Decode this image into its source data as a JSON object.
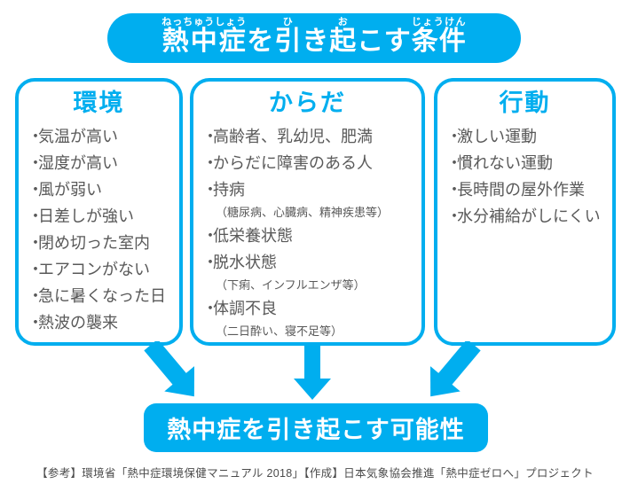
{
  "meta": {
    "accent_blue": "#00aeef",
    "text_gray": "#595959",
    "background": "#ffffff"
  },
  "glyphs": {
    "bullet": "・"
  },
  "header": {
    "segments": [
      {
        "base": "熱中症",
        "ruby": "ねっちゅうしょう"
      },
      {
        "base": "を",
        "ruby": ""
      },
      {
        "base": "引",
        "ruby": "ひ"
      },
      {
        "base": "き",
        "ruby": ""
      },
      {
        "base": "起",
        "ruby": "お"
      },
      {
        "base": "こす",
        "ruby": ""
      },
      {
        "base": "条件",
        "ruby": "じょうけん"
      }
    ]
  },
  "boxes": [
    {
      "title": "環境",
      "items": [
        {
          "text": "気温が高い"
        },
        {
          "text": "湿度が高い"
        },
        {
          "text": "風が弱い"
        },
        {
          "text": "日差しが強い"
        },
        {
          "text": "閉め切った室内"
        },
        {
          "text": "エアコンがない"
        },
        {
          "text": "急に暑くなった日"
        },
        {
          "text": "熱波の襲来"
        }
      ]
    },
    {
      "title": "からだ",
      "items": [
        {
          "text": "高齢者、乳幼児、肥満"
        },
        {
          "text": "からだに障害のある人"
        },
        {
          "text": "持病",
          "note": "（糖尿病、心臓病、精神疾患等）"
        },
        {
          "text": "低栄養状態"
        },
        {
          "text": "脱水状態",
          "note": "（下痢、インフルエンザ等）"
        },
        {
          "text": "体調不良",
          "note": "（二日酔い、寝不足等）"
        }
      ]
    },
    {
      "title": "行動",
      "items": [
        {
          "text": "激しい運動"
        },
        {
          "text": "慣れない運動"
        },
        {
          "text": "長時間の屋外作業"
        },
        {
          "text": "水分補給がしにくい"
        }
      ]
    }
  ],
  "result": {
    "label": "熱中症を引き起こす可能性"
  },
  "footer": {
    "text": "【参考】環境省「熱中症環境保健マニュアル 2018」【作成】日本気象協会推進「熱中症ゼロへ」プロジェクト"
  }
}
